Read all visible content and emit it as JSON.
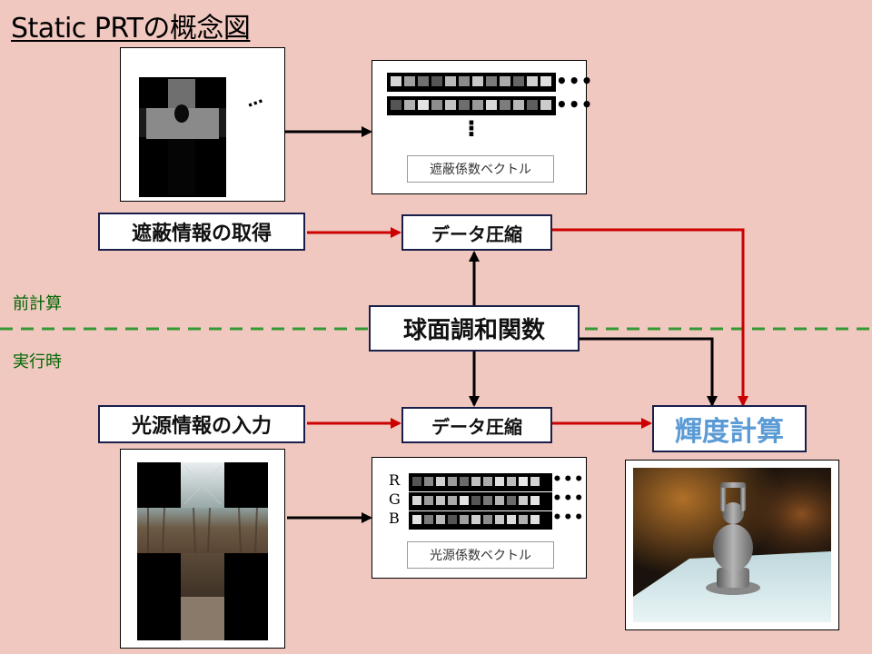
{
  "title": "Static PRTの概念図",
  "phases": {
    "precompute": "前計算",
    "runtime": "実行時"
  },
  "boxes": {
    "occlusion_acquire": "遮蔽情報の取得",
    "compress_top": "データ圧縮",
    "spherical_harmonics": "球面調和関数",
    "light_input": "光源情報の入力",
    "compress_bottom": "データ圧縮",
    "radiance_calc": "輝度計算"
  },
  "vectors": {
    "occlusion_caption": "遮蔽係数ベクトル",
    "light_caption": "光源係数ベクトル",
    "rgb_labels": [
      "R",
      "G",
      "B"
    ],
    "ellipsis": "•••",
    "continuation": "…",
    "occlusion_vertical_dots": "⁝"
  },
  "colors": {
    "background": "#F0C8C0",
    "arrow_red": "#CC0000",
    "arrow_black": "#000000",
    "divider_green": "#339933",
    "radiance_text": "#5B9BD5",
    "box_border": "#1a1f4a"
  }
}
